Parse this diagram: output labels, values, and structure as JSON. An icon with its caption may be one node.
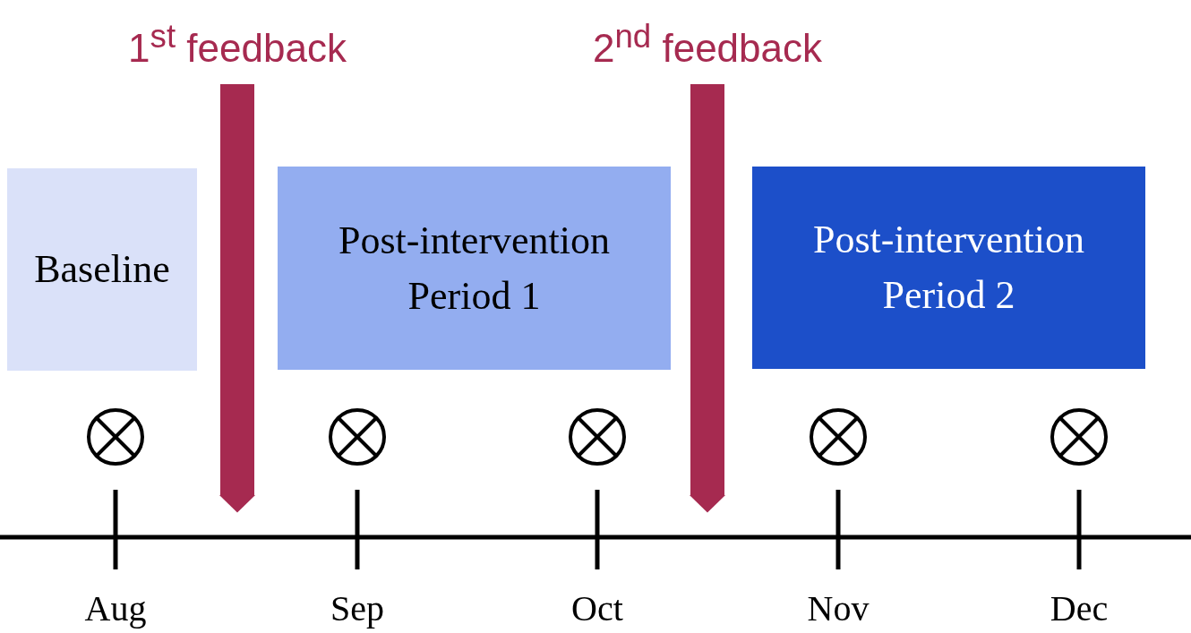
{
  "diagram": {
    "nodes": [
      {
        "text": [
          "Baseline"
        ]
      },
      {
        "text": [
          "Post-intervention Period 1"
        ]
      },
      {
        "text": [
          "Post-intervention Period 2"
        ]
      },
      {
        "text": [
          "1$^{st}$ feedback"
        ]
      },
      {
        "text": [
          "2$^{nd}$ feedback"
        ]
      }
    ],
    "edges": [
      {
        "from": 3,
        "to": null,
        "arrow": "to"
      },
      {
        "from": 4,
        "to": null,
        "arrow": "to"
      }
    ],
    "labels": [
      "Aug",
      "Sep",
      "Oct",
      "Nov",
      "Dec"
    ]
  }
}
